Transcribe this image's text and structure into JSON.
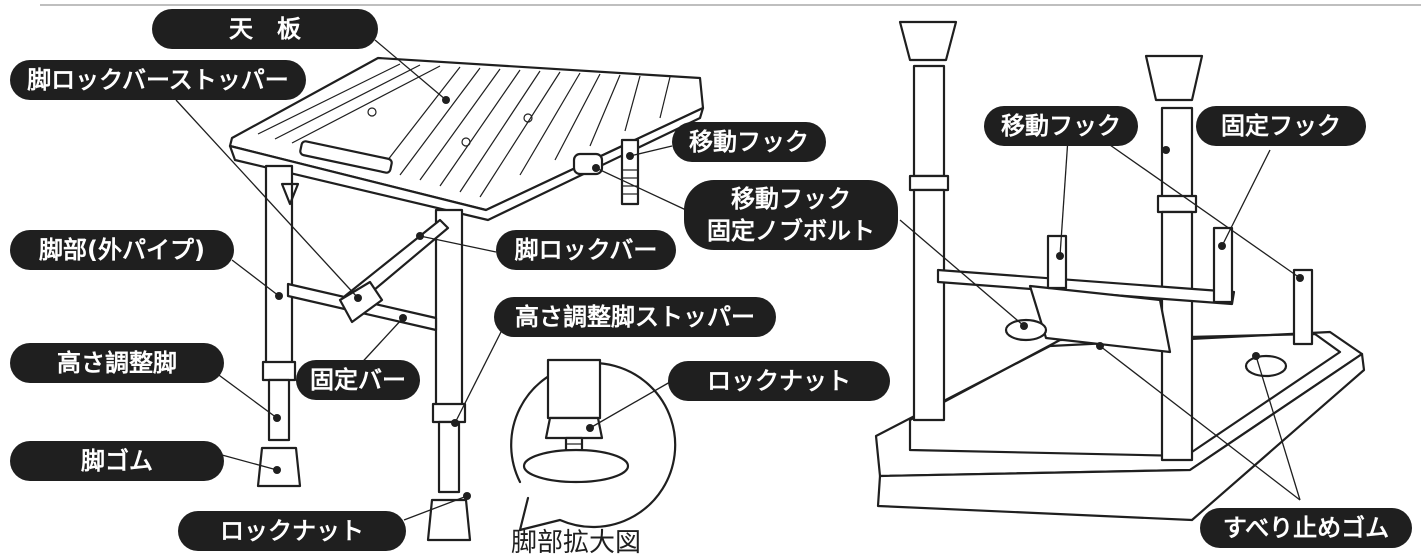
{
  "labels": {
    "tenban": "天　板",
    "leg_lock_bar_stopper": "脚ロックバーストッパー",
    "leg_outer_pipe": "脚部(外パイプ)",
    "height_adjust_leg": "高さ調整脚",
    "leg_rubber": "脚ゴム",
    "lock_nut_bottom": "ロックナット",
    "fixed_bar": "固定バー",
    "leg_lock_bar": "脚ロックバー",
    "height_adjust_leg_stopper": "高さ調整脚ストッパー",
    "lock_nut_zoom": "ロックナット",
    "moving_hook_left": "移動フック",
    "moving_hook_bolt_line1": "移動フック",
    "moving_hook_bolt_line2": "固定ノブボルト",
    "moving_hook_right": "移動フック",
    "fixed_hook": "固定フック",
    "anti_slip_rubber": "すべり止めゴム"
  },
  "caption": {
    "zoom_caption": "脚部拡大図"
  }
}
